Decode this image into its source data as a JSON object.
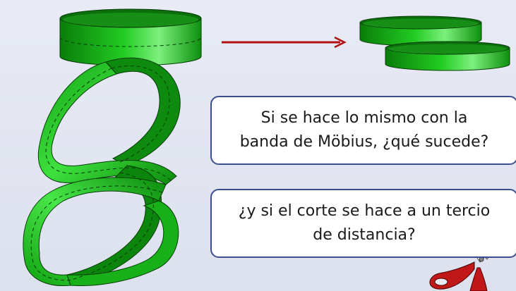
{
  "callouts": [
    {
      "lines": [
        "Si se hace lo mismo con la",
        "banda de Möbius, ¿qué sucede?"
      ]
    },
    {
      "lines": [
        "¿y si el corte se hace a un tercio",
        "de distancia?"
      ]
    }
  ],
  "colors": {
    "band_green": "#1fbf1f",
    "band_dark": "#0b7a0b",
    "band_light": "#6ae86a",
    "arrow": "#b01010",
    "callout_border": "#3b4f8e",
    "scissors_handle": "#c01818"
  },
  "icons": {
    "arrow": "right-arrow-icon",
    "scissors": "scissors-icon"
  }
}
